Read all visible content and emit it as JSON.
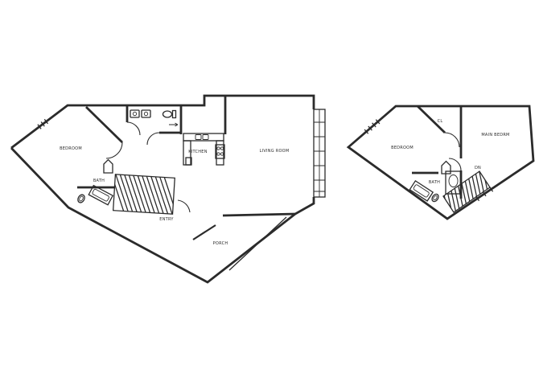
{
  "colors": {
    "background": "#ffffff",
    "line": "#2b2b2b"
  },
  "first_floor": {
    "bedroom": "BEDROOM",
    "kitchen": "KITCHEN",
    "living_room": "LIVING ROOM",
    "bath": "BATH",
    "entry": "ENTRY",
    "porch": "PORCH"
  },
  "second_floor": {
    "bedroom": "BEDROOM",
    "closet": "CL",
    "main_bedroom": "MAIN BEDRM",
    "bath": "BATH",
    "down": "DN"
  }
}
